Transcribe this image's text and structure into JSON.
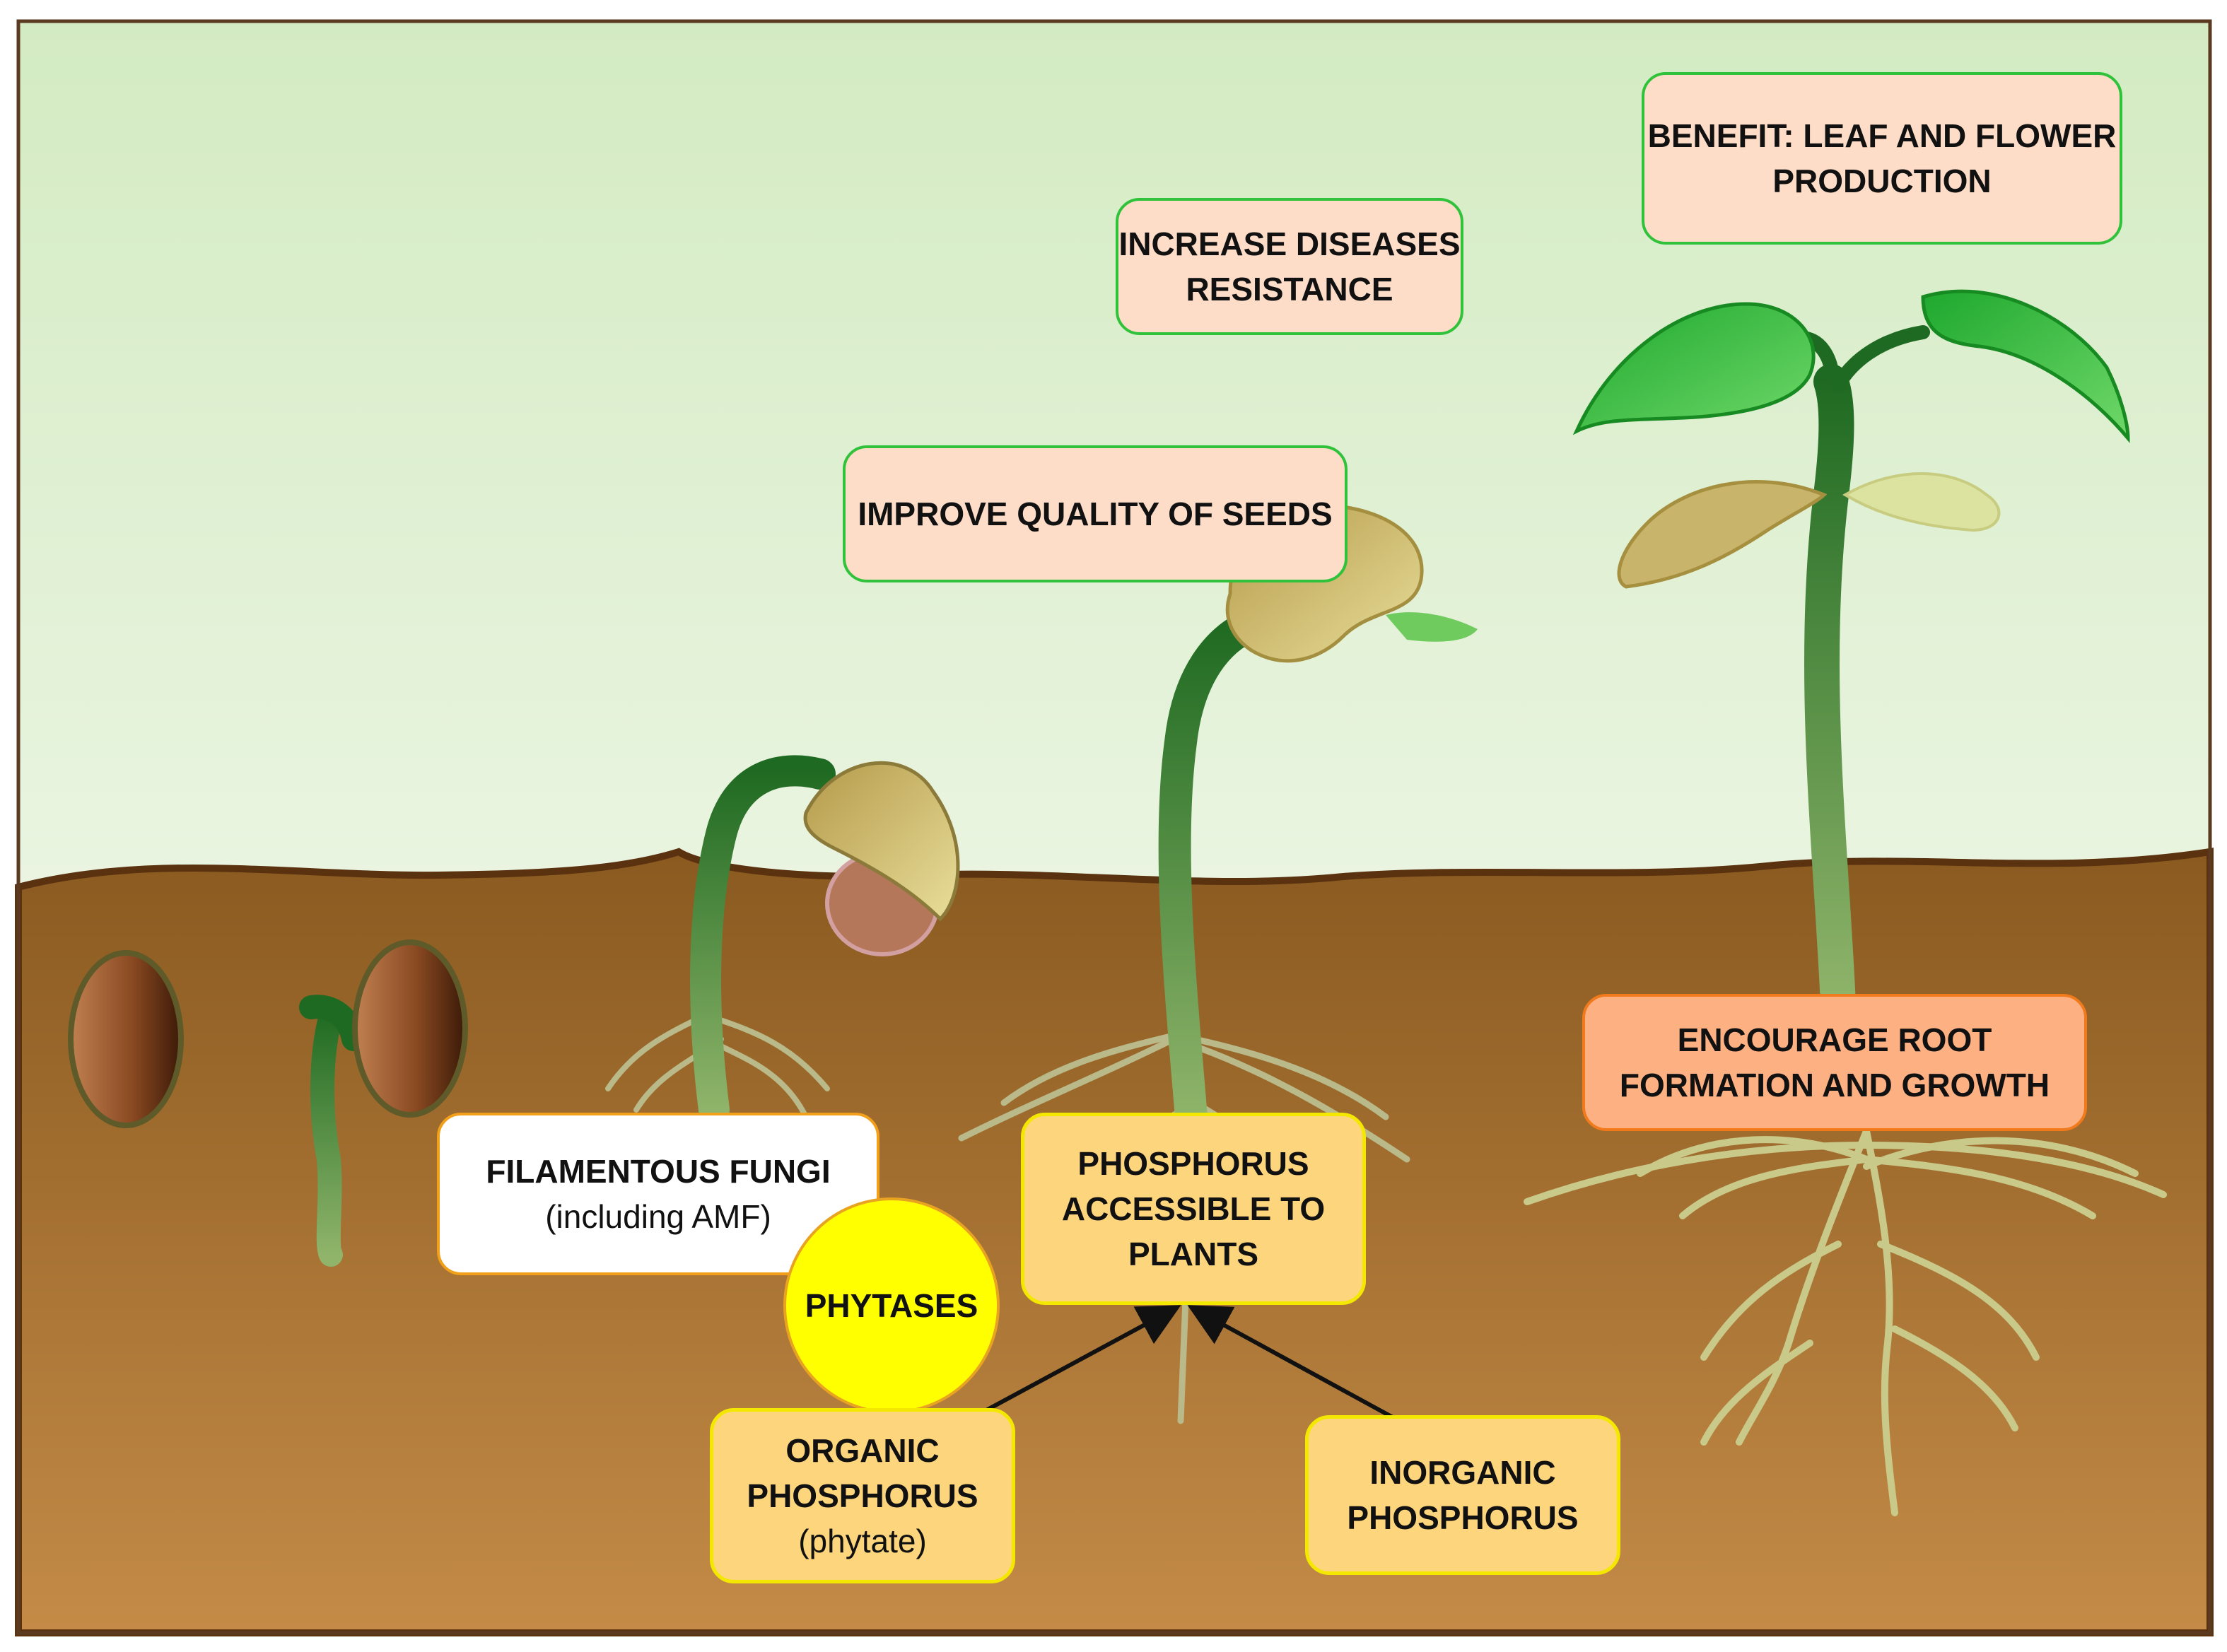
{
  "labels": {
    "benefit": [
      "BENEFIT: LEAF AND FLOWER",
      "PRODUCTION"
    ],
    "disease": [
      "INCREASE DISEASES",
      "RESISTANCE"
    ],
    "seeds": [
      "IMPROVE QUALITY OF SEEDS"
    ],
    "root": [
      "ENCOURAGE ROOT",
      "FORMATION AND GROWTH"
    ],
    "fungi": [
      "FILAMENTOUS FUNGI",
      "(including AMF)"
    ],
    "phytases": "PHYTASES",
    "accessible": [
      "PHOSPHORUS",
      "ACCESSIBLE TO",
      "PLANTS"
    ],
    "organic": [
      "ORGANIC",
      "PHOSPHORUS",
      "(phytate)"
    ],
    "inorganic": [
      "INORGANIC",
      "PHOSPHORUS"
    ]
  },
  "colors": {
    "sky": "#d7ecc8",
    "soil_top": "#8a5a22",
    "soil_bottom": "#c38a46",
    "stem": "#2f7a2a",
    "leaf": "#3cc24a",
    "root": "#c9c98a",
    "benefit_fill": "#fddcc8",
    "benefit_border": "#2fc23a",
    "root_box_fill": "#fdb082",
    "root_box_border": "#f07a1c",
    "phos_fill": "#fdd57c",
    "phos_border": "#f5e800",
    "phytases_fill": "#ffff00"
  }
}
